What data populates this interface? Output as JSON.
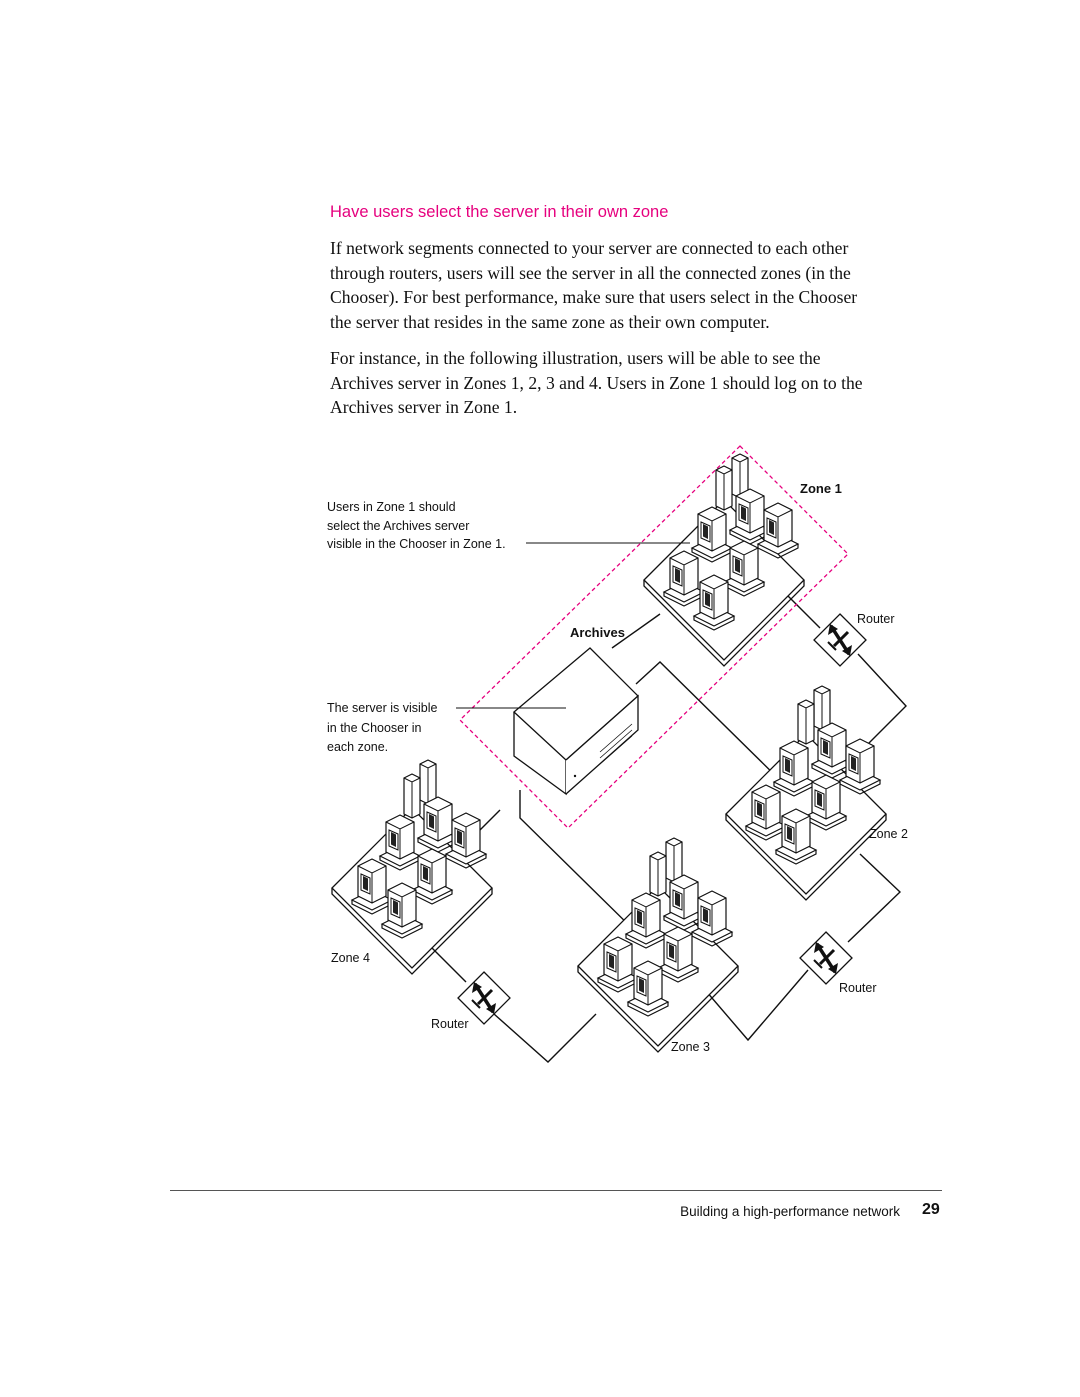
{
  "section": {
    "heading": "Have users select the server in their own zone",
    "para1": [
      "If network segments connected to your server are connected to each other",
      "through routers, users will see the server in all the connected zones (in the",
      "Chooser). For best performance, make sure that users select in the Chooser",
      "the server that resides in the same zone as their own computer."
    ],
    "para2": [
      "For instance, in the following illustration, users will be able to see the",
      "Archives server in Zones 1, 2, 3 and 4. Users in Zone 1 should log on to the",
      "Archives server in Zone 1."
    ]
  },
  "figure": {
    "callout_users": [
      "Users in Zone 1 should",
      "select the Archives server",
      "visible in the Chooser in Zone 1."
    ],
    "callout_server": [
      "The server is visible",
      "in the Chooser in",
      "each zone."
    ],
    "server_label": "Archives",
    "zone1_label": "Zone 1",
    "zone2_label": "Zone 2",
    "zone3_label": "Zone 3",
    "zone4_label": "Zone 4",
    "router_top": "Router",
    "router_right": "Router",
    "router_left": "Router",
    "highlight_color": "#e6007e"
  },
  "footer": {
    "title": "Building a high-performance network",
    "page_number": "29"
  }
}
